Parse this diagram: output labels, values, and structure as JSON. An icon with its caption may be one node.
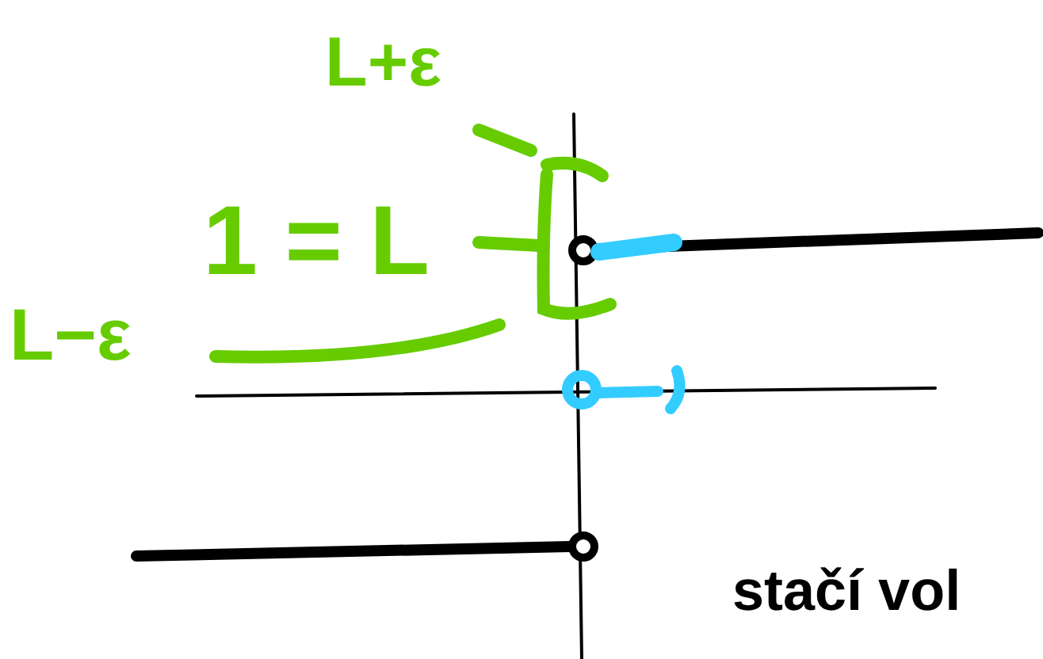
{
  "diagram": {
    "labels": [
      "L+ε",
      "1 = L",
      "L−ε",
      "stačí vol"
    ]
  }
}
